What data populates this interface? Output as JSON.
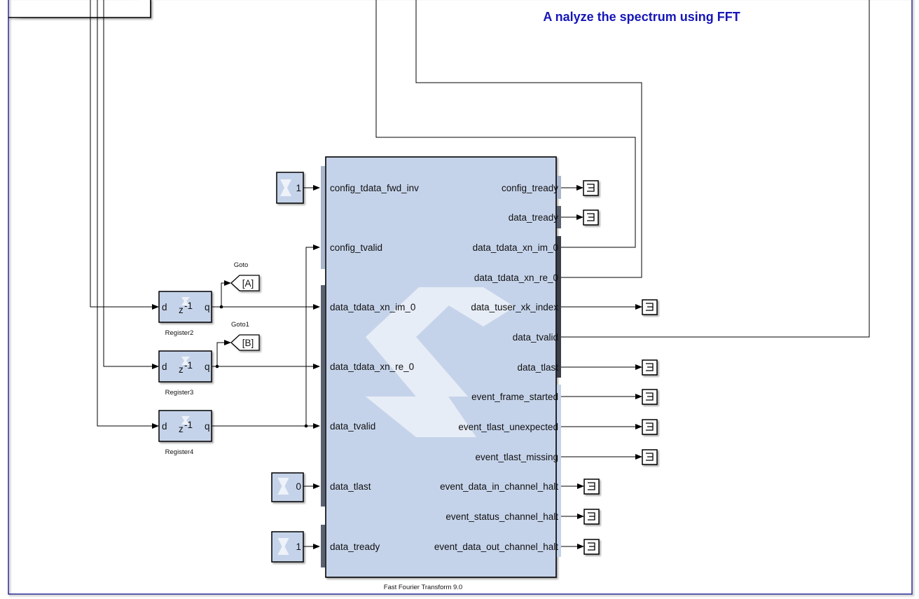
{
  "annotation": {
    "text": "A nalyze the spectrum using FFT",
    "color": "#1616b8"
  },
  "colors": {
    "block_fill": "#c5d3ea",
    "port_bar_light": "#a9b6cd",
    "port_bar_dark": "#5a6170",
    "frame": "#1a1a8c"
  },
  "fft_block": {
    "name": "Fast Fourier Transform 9.0",
    "inputs": [
      "config_tdata_fwd_inv",
      "config_tvalid",
      "data_tdata_xn_im_0",
      "data_tdata_xn_re_0",
      "data_tvalid",
      "data_tlast",
      "data_tready"
    ],
    "outputs": [
      "config_tready",
      "data_tready",
      "data_tdata_xn_im_0",
      "data_tdata_xn_re_0",
      "data_tuser_xk_index",
      "data_tvalid",
      "data_tlast",
      "event_frame_started",
      "event_tlast_unexpected",
      "event_tlast_missing",
      "event_data_in_channel_halt",
      "event_status_channel_halt",
      "event_data_out_channel_halt"
    ]
  },
  "registers": [
    {
      "name": "Register2",
      "in": "d",
      "out": "q",
      "op": "z",
      "exp": "-1"
    },
    {
      "name": "Register3",
      "in": "d",
      "out": "q",
      "op": "z",
      "exp": "-1"
    },
    {
      "name": "Register4",
      "in": "d",
      "out": "q",
      "op": "z",
      "exp": "-1"
    }
  ],
  "gotos": [
    {
      "name": "Goto",
      "tag": "[A]"
    },
    {
      "name": "Goto1",
      "tag": "[B]"
    }
  ],
  "constants": [
    {
      "value": "1"
    },
    {
      "value": "0"
    },
    {
      "value": "1"
    }
  ]
}
